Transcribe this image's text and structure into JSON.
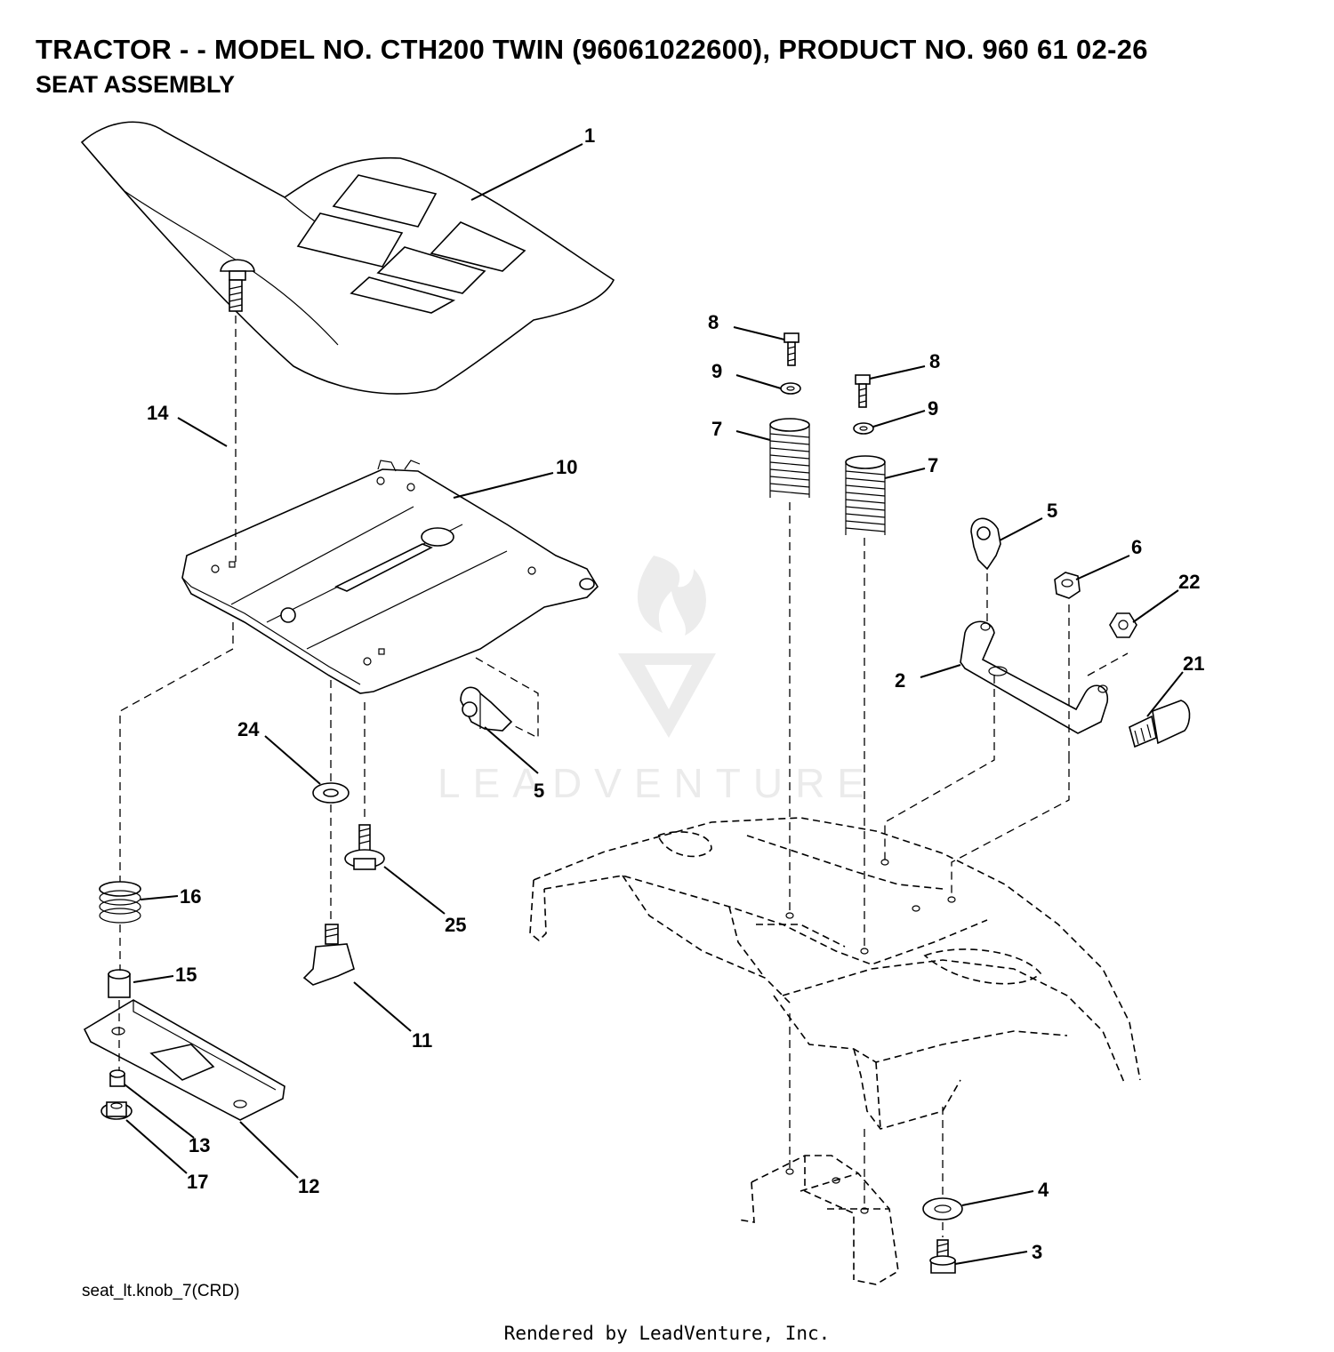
{
  "header": {
    "title": "TRACTOR - - MODEL NO. CTH200 TWIN (96061022600), PRODUCT NO. 960 61 02-26",
    "subtitle": "SEAT ASSEMBLY"
  },
  "callouts": {
    "c1": "1",
    "c2": "2",
    "c3": "3",
    "c4": "4",
    "c5a": "5",
    "c5b": "5",
    "c6": "6",
    "c7a": "7",
    "c7b": "7",
    "c8a": "8",
    "c8b": "8",
    "c9a": "9",
    "c9b": "9",
    "c10": "10",
    "c11": "11",
    "c12": "12",
    "c13": "13",
    "c14": "14",
    "c15": "15",
    "c16": "16",
    "c17": "17",
    "c21": "21",
    "c22": "22",
    "c24": "24",
    "c25": "25"
  },
  "watermark": {
    "text": "LEADVENTURE"
  },
  "filename": "seat_lt.knob_7(CRD)",
  "footer": "Rendered by LeadVenture, Inc."
}
